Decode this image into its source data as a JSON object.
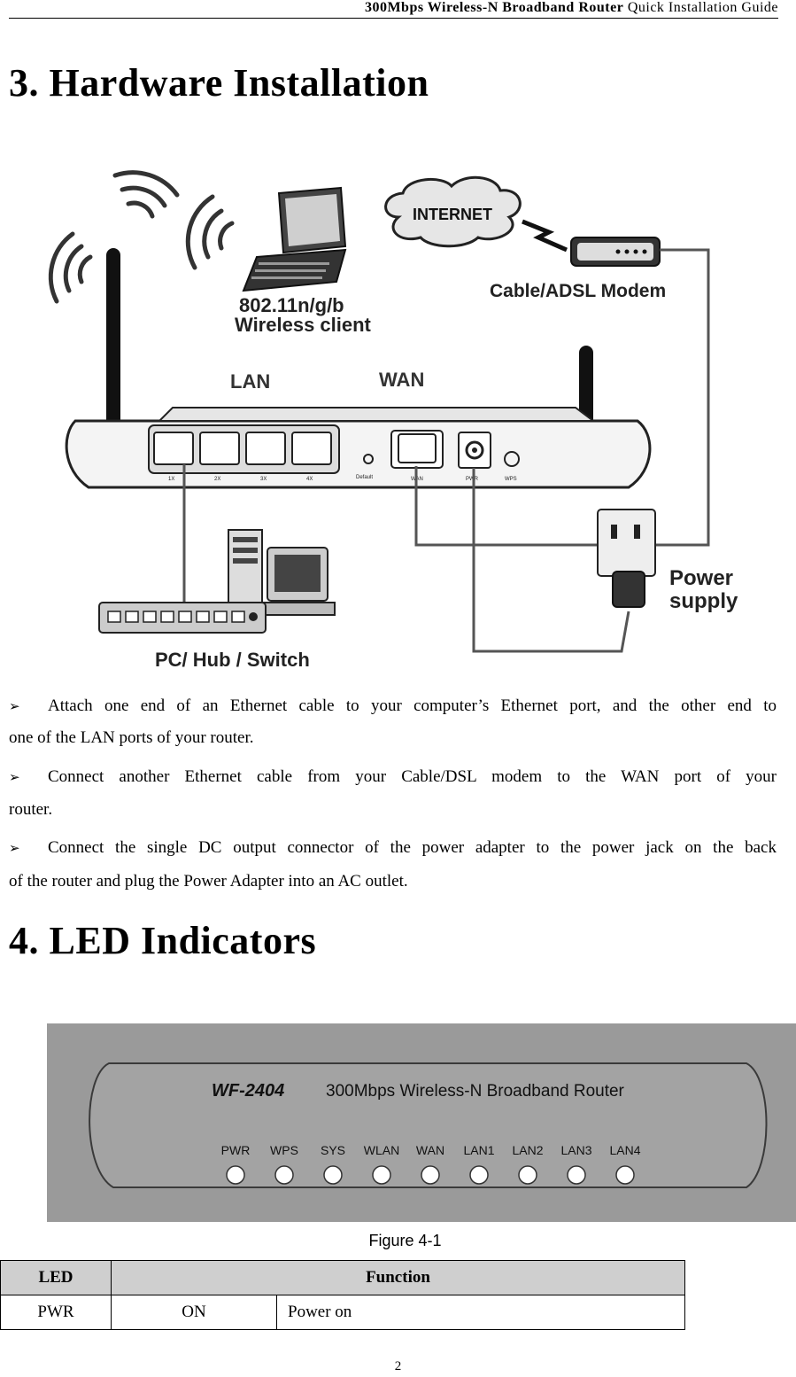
{
  "header": {
    "title_bold": "300Mbps Wireless-N Broadband Router",
    "title_rest": "Quick Installation Guide"
  },
  "section3": {
    "heading": "3. Hardware Installation",
    "diagram": {
      "internet": "INTERNET",
      "modem": "Cable/ADSL Modem",
      "wireless_line1": "802.11n/g/b",
      "wireless_line2": "Wireless client",
      "lan": "LAN",
      "wan": "WAN",
      "port_labels": [
        "1X",
        "2X",
        "3X",
        "4X"
      ],
      "default": "Default",
      "wan_small": "WAN",
      "pwr_small": "PWR",
      "wps_small": "WPS",
      "power_line1": "Power",
      "power_line2": "supply",
      "pc_hub": "PC/ Hub / Switch"
    },
    "bullets": [
      {
        "line1": "Attach one end of an Ethernet cable to your computer’s Ethernet port, and the other end to",
        "line2": "one of the LAN ports of your router."
      },
      {
        "line1": "Connect another Ethernet cable from your Cable/DSL modem to the WAN port of your",
        "line2": "router."
      },
      {
        "line1": "Connect the single DC output connector of the power adapter to the power jack on the back",
        "line2": "of the router and plug the Power Adapter into an AC outlet."
      }
    ]
  },
  "section4": {
    "heading": "4. LED Indicators",
    "panel": {
      "model": "WF-2404",
      "product": "300Mbps Wireless-N Broadband Router",
      "leds": [
        "PWR",
        "WPS",
        "SYS",
        "WLAN",
        "WAN",
        "LAN1",
        "LAN2",
        "LAN3",
        "LAN4"
      ]
    },
    "caption": "Figure 4-1",
    "table": {
      "col_led": "LED",
      "col_function": "Function",
      "rows": [
        {
          "led": "PWR",
          "state": "ON",
          "desc": "Power on"
        }
      ]
    }
  },
  "page_number": "2"
}
